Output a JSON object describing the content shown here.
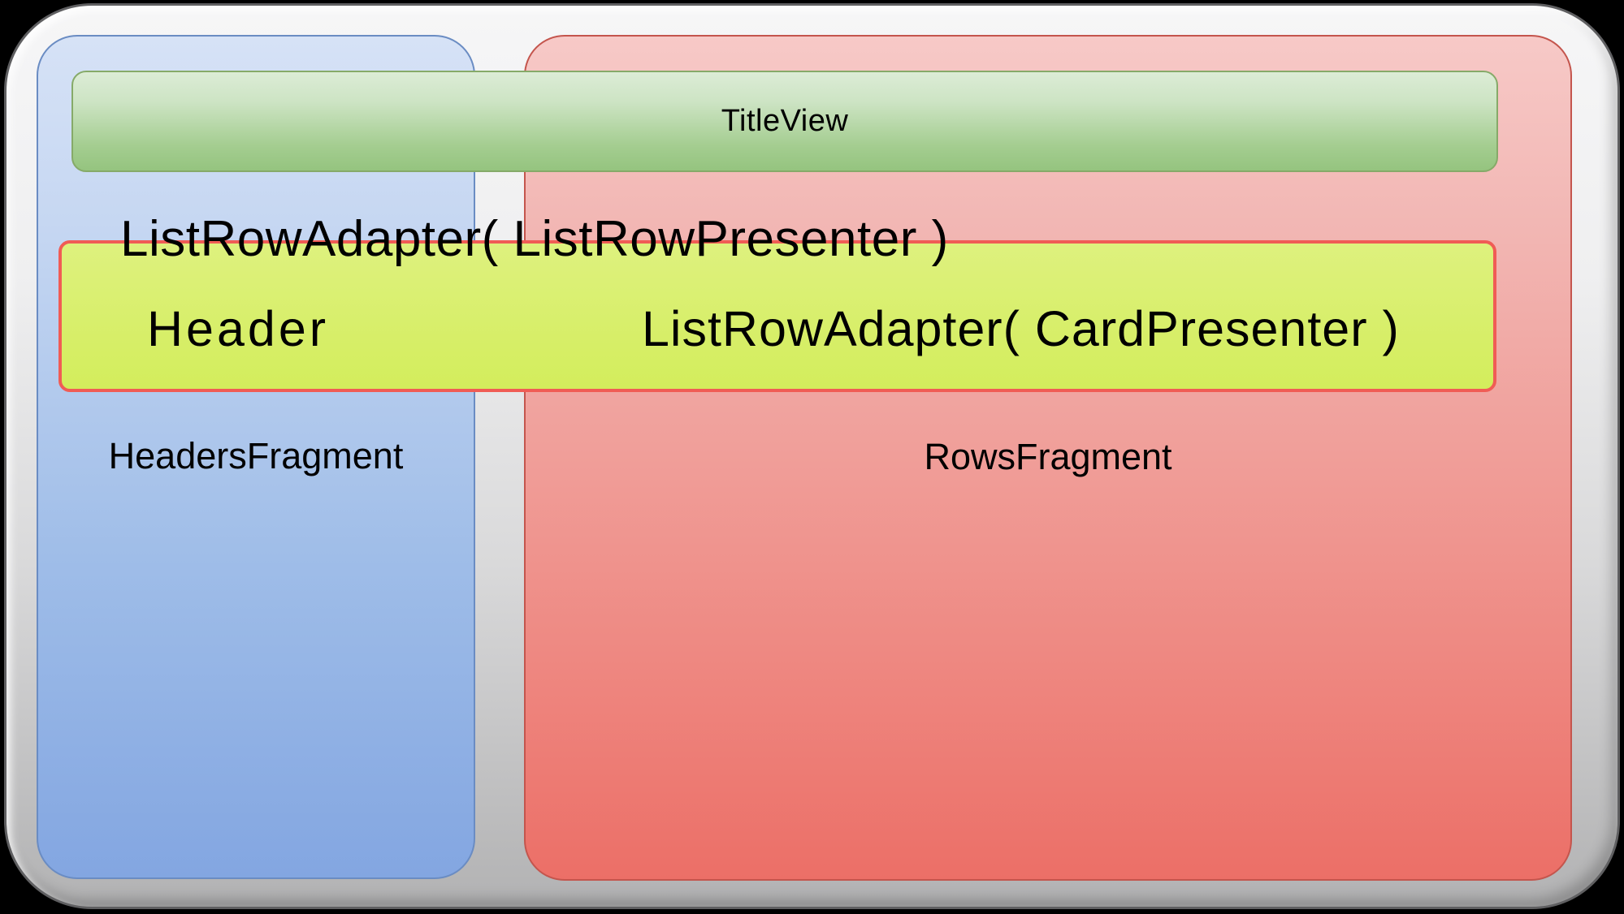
{
  "diagram": {
    "description": "Android Leanback BrowseFragment layout diagram",
    "labels": {
      "title_view": "TitleView",
      "list_row_adapter_presenter": "ListRowAdapter( ListRowPresenter )",
      "header": "Header",
      "list_row_adapter_card": "ListRowAdapter( CardPresenter )",
      "headers_fragment": "HeadersFragment",
      "rows_fragment": "RowsFragment"
    },
    "colors": {
      "background": "#000000",
      "frame_top": "#f6f6f7",
      "frame_bottom": "#b2b2b3",
      "frame_border": "#5f5f61",
      "headers_panel_top": "#d6e2f6",
      "headers_panel_bottom": "#83a6e1",
      "headers_panel_border": "#6a8cc3",
      "rows_panel_top": "#f7c9c7",
      "rows_panel_bottom": "#ec6f67",
      "rows_panel_border": "#c4554d",
      "title_bar_top": "#dcecd6",
      "title_bar_bottom": "#95c47f",
      "title_bar_border": "#86aa69",
      "header_bar_top": "#def17e",
      "header_bar_bottom": "#d3ed5c",
      "header_bar_border": "#f05c55",
      "text": "#000000"
    }
  }
}
